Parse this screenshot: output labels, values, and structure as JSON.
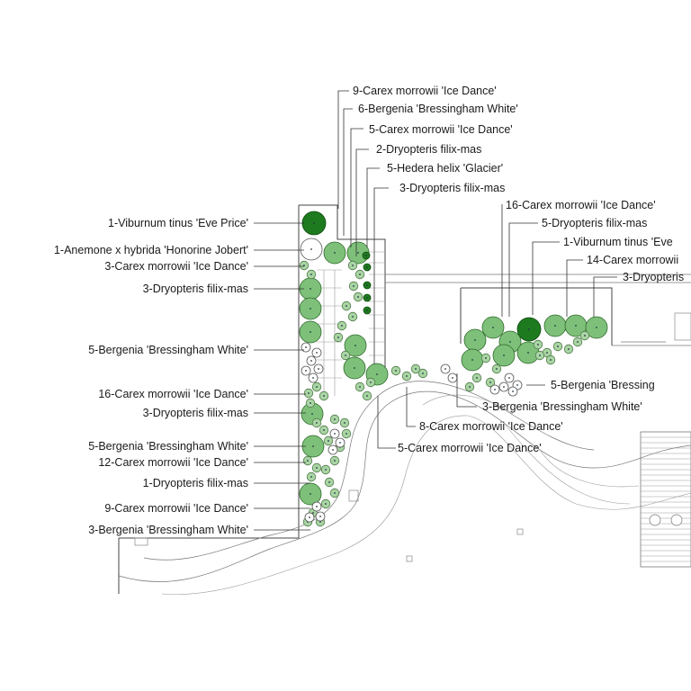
{
  "colors": {
    "shrub_dark": "#1e7a1e",
    "shrub_light": "#7ec07a",
    "grass": "#a9d4a3",
    "leader": "#333333",
    "wall": "#444444"
  },
  "left_labels": [
    "1-Viburnum tinus 'Eve Price'",
    "1-Anemone x hybrida 'Honorine Jobert'",
    "3-Carex morrowii 'Ice Dance'",
    "3-Dryopteris filix-mas",
    "5-Bergenia 'Bressingham White'",
    "16-Carex morrowii 'Ice Dance'",
    "3-Dryopteris filix-mas",
    "5-Bergenia 'Bressingham White'",
    "12-Carex morrowii 'Ice Dance'",
    "1-Dryopteris filix-mas",
    "9-Carex morrowii 'Ice Dance'",
    "3-Bergenia 'Bressingham White'"
  ],
  "top_labels": [
    "9-Carex morrowii 'Ice Dance'",
    "6-Bergenia 'Bressingham White'",
    "5-Carex morrowii 'Ice Dance'",
    "2-Dryopteris filix-mas",
    "5-Hedera helix 'Glacier'",
    "3-Dryopteris filix-mas"
  ],
  "right_labels": [
    "16-Carex morrowii 'Ice Dance'",
    "5-Dryopteris filix-mas",
    "1-Viburnum tinus 'Eve",
    "14-Carex morrowii",
    "3-Dryopteris"
  ],
  "lower_labels": [
    "5-Bergenia 'Bressing",
    "3-Bergenia 'Bressingham White'",
    "8-Carex morrowii 'Ice Dance'",
    "5-Carex morrowii 'Ice Dance'"
  ]
}
